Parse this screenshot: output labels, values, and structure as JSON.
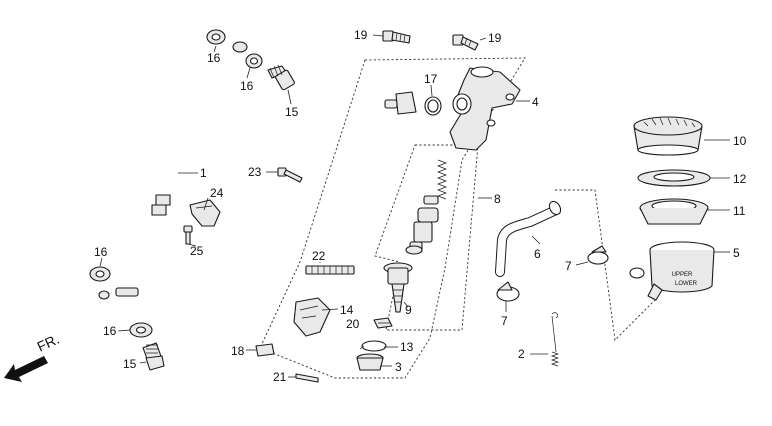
{
  "diagram": {
    "front_marker": "FR.",
    "labels": {
      "p1": "1",
      "p2": "2",
      "p3": "3",
      "p4": "4",
      "p5": "5",
      "p6": "6",
      "p7a": "7",
      "p7b": "7",
      "p8": "8",
      "p9": "9",
      "p10": "10",
      "p11": "11",
      "p12": "12",
      "p13": "13",
      "p14": "14",
      "p15a": "15",
      "p15b": "15",
      "p16a": "16",
      "p16b": "16",
      "p16c": "16",
      "p16d": "16",
      "p17": "17",
      "p18": "18",
      "p19a": "19",
      "p19b": "19",
      "p20": "20",
      "p21": "21",
      "p22": "22",
      "p23": "23",
      "p24": "24",
      "p25": "25"
    },
    "reservoir_marks": [
      "UPPER",
      "LOWER"
    ]
  }
}
